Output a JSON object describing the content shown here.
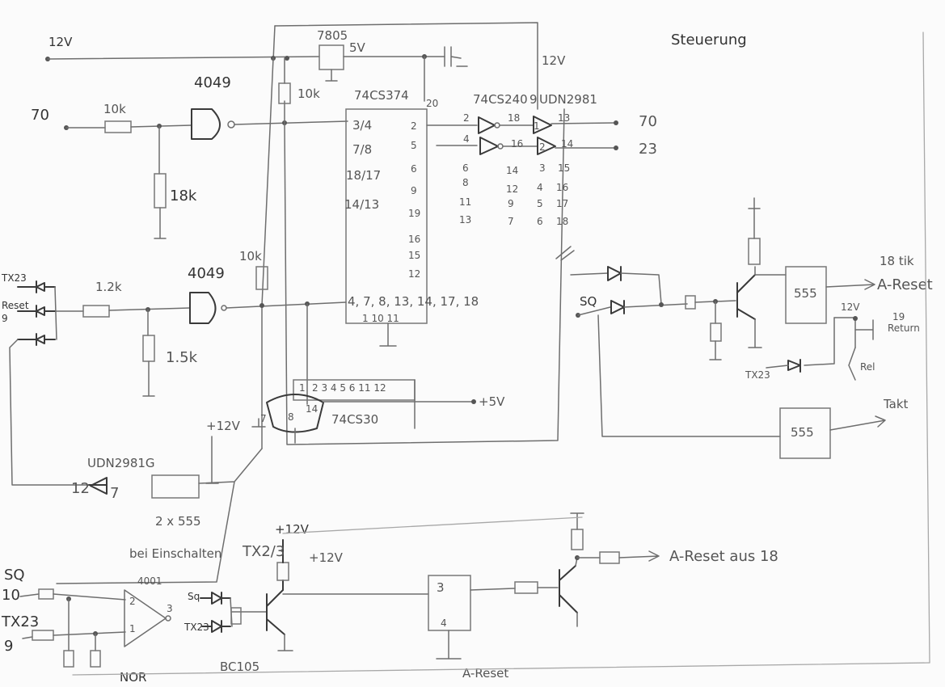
{
  "title": "Steuerung",
  "supply": {
    "v12_top": "12V",
    "v12_right": "12V",
    "v5": "5V",
    "v5_bus": "+5V",
    "v12_555": "+12V",
    "v12_tr_a": "+12V",
    "v12_tr_b": "+12V"
  },
  "chips": {
    "regulator": "7805",
    "latch": "74CS374",
    "buffer": "74CS240",
    "driver": "UDN2981",
    "driver2": "UDN2981G",
    "nand_top": "4049",
    "nand_mid": "4049",
    "gate": "74CS30",
    "timer_pair": "2 x 555",
    "timer_a": "555",
    "timer_b": "555",
    "timer_c": "3",
    "nor": "4001",
    "nor_label": "NOR",
    "transistor": "BC105"
  },
  "resistors": {
    "r10k_in": "10k",
    "r18k": "18k",
    "r10k_up": "10k",
    "r10k_mid": "10k",
    "r12k": "1.2k",
    "r15k": "1.5k"
  },
  "latch_pins": {
    "inputs": [
      "3/4",
      "7/8",
      "18/17",
      "14/13"
    ],
    "outputs": [
      "2",
      "5",
      "6",
      "9",
      "12",
      "15",
      "16",
      "19"
    ],
    "pin20": "20",
    "bottom_left": "4, 7, 8, 13, 14, 17, 18",
    "bottom_pins": "1    10    11"
  },
  "buffer_pins": {
    "in": [
      "2",
      "4",
      "6",
      "8",
      "11",
      "13"
    ],
    "out": [
      "18",
      "16",
      "14",
      "12",
      "9",
      "7"
    ]
  },
  "driver_pins": {
    "in": [
      "1",
      "2",
      "3",
      "4",
      "5",
      "6"
    ],
    "out": [
      "13",
      "14",
      "15",
      "16",
      "17",
      "18"
    ],
    "pin9": "9"
  },
  "gate_pins": {
    "a": "1",
    "b": "2  3 4 5 6 11 12",
    "pin14": "14",
    "pin7": "7",
    "pin8": "8"
  },
  "signals": {
    "in70": "70",
    "out70": "70",
    "out23": "23",
    "tx23_a": "TX23",
    "reset_a": "Reset",
    "nine_a": "9",
    "sq_right": "SQ",
    "reset_out_top": "A-Reset",
    "pin18_label": "18 tik",
    "takt": "Takt",
    "ret_19": "19",
    "ret_label": "Return",
    "tx23_b": "TX23",
    "rel": "Rel",
    "txb_top": "TX2/3",
    "sq_bot": "SQ",
    "pin10": "10",
    "tx23_bot": "TX23",
    "nine_bot": "9",
    "sq_d": "Sq",
    "tx23_d": "TX23",
    "a_reset_bottom": "A-Reset",
    "a_reset_from": "A-Reset aus 18",
    "note": "bei Einschalten"
  },
  "driver_row": {
    "pin12": "12",
    "pin7": "7"
  },
  "nor_pins": {
    "p1": "1",
    "p2": "2",
    "p3": "3"
  },
  "counter_pins": {
    "c4": "4"
  }
}
